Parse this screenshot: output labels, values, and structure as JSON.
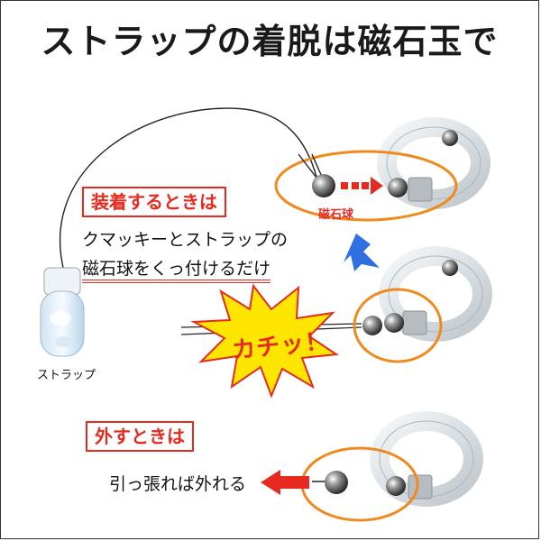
{
  "title": "ストラップの着脱は磁石玉で",
  "attach": {
    "heading": "装着するときは",
    "line1": "クマッキーとストラップの",
    "line2": "磁石球をくっ付けるだけ"
  },
  "magnet_label": "磁石球",
  "strap_label": "ストラップ",
  "click_sound": "カチッ！",
  "remove": {
    "heading": "外すときは",
    "text": "引っ張れば外れる"
  },
  "colors": {
    "accent_red": "#e52a1f",
    "orange": "#f08a1e",
    "blue": "#2f6fe0"
  }
}
